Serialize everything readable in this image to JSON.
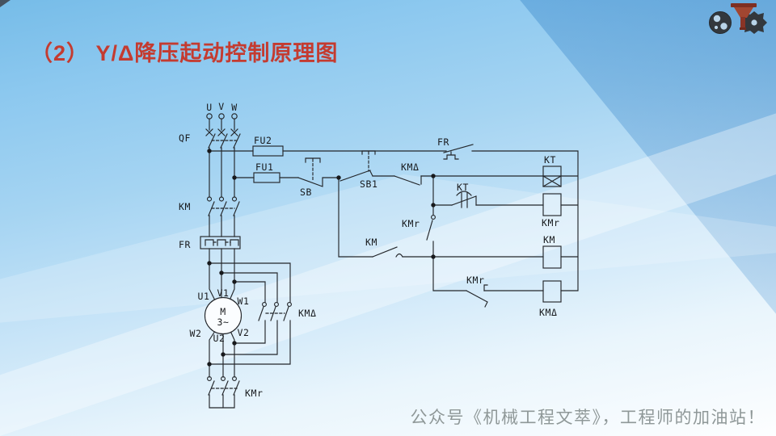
{
  "slide": {
    "title": "（2） Y/Δ降压起动控制原理图",
    "footer": "公众号《机械工程文萃》，工程师的加油站！"
  },
  "colors": {
    "title_red": "#c43b30",
    "footer_gray": "#8f9898",
    "schematic_line": "#23262a",
    "background_top": "#76bce8",
    "background_bottom": "#fdfeff"
  },
  "icons": {
    "logo_left": "gear-icon",
    "logo_right": "gear-icon",
    "logo_center": "cutter-tool-icon"
  },
  "diagram": {
    "labels": {
      "phase_u": "U",
      "phase_v": "V",
      "phase_w": "W",
      "qf": "QF",
      "fu2": "FU2",
      "fu1": "FU1",
      "km_main": "KM",
      "fr_main": "FR",
      "u1": "U1",
      "v1": "V1",
      "w1": "W1",
      "w2": "W2",
      "u2": "U2",
      "v2": "V2",
      "motor_m": "M",
      "motor_phase": "3~",
      "km_delta_main": "KMΔ",
      "kmr_main": "KMr",
      "sb": "SB",
      "sb1": "SB1",
      "km_delta_nc": "KMΔ",
      "kt_contact": "KT",
      "kmr_no": "KMr",
      "km_no": "KM",
      "fr_nc": "FR",
      "kt_coil": "KT",
      "kmr_coil": "KMr",
      "km_coil": "KM",
      "km_delta_coil": "KMΔ",
      "kmr_nc": "KMr"
    }
  }
}
